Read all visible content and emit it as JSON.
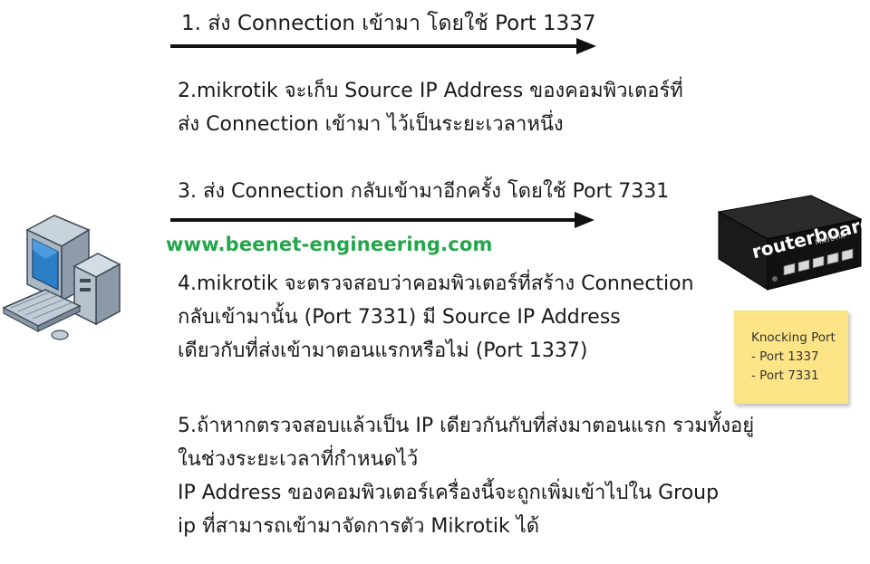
{
  "steps": [
    {
      "lines": [
        "1. ส่ง Connection เข้ามา โดยใช้ Port 1337"
      ]
    },
    {
      "lines": [
        "2.mikrotik จะเก็บ Source IP Address ของคอมพิวเตอร์ที่",
        "ส่ง Connection เข้ามา ไว้เป็นระยะเวลาหนึ่ง"
      ]
    },
    {
      "lines": [
        "3. ส่ง Connection กลับเข้ามาอีกครั้ง โดยใช้ Port 7331"
      ]
    },
    {
      "lines": [
        "4.mikrotik จะตรวจสอบว่าคอมพิวเตอร์ที่สร้าง Connection",
        "กลับเข้ามานั้น (Port 7331) มี Source IP Address",
        "เดียวกับที่ส่งเข้ามาตอนแรกหรือไม่ (Port 1337)"
      ]
    },
    {
      "lines": [
        "5.ถ้าหากตรวจสอบแล้วเป็น IP เดียวกันกับที่ส่งมาตอนแรก รวมทั้งอยู่",
        "ในช่วงระยะเวลาที่กำหนดไว้",
        "IP Address ของคอมพิวเตอร์เครื่องนี้จะถูกเพิ่มเข้าไปใน Group",
        "ip ที่สามารถเข้ามาจัดการตัว Mikrotik ได้"
      ]
    }
  ],
  "watermark": "www.beenet-engineering.com",
  "router_labels": {
    "brand": "routerboard",
    "sub": "MikroTik"
  },
  "note": {
    "title": "Knocking Port",
    "items": [
      "- Port 1337",
      "- Port 7331"
    ]
  },
  "colors": {
    "watermark": "#22a64a",
    "note_bg": "#fde486",
    "arrow": "#111111"
  },
  "icons": [
    "computer-icon",
    "router-icon"
  ]
}
